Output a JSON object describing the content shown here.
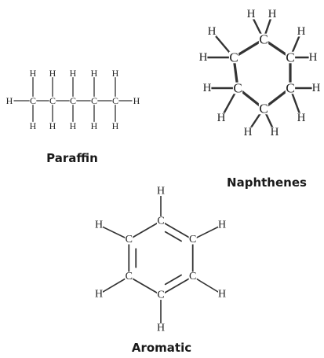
{
  "molecules": {
    "paraffin": {
      "label": "Paraffin",
      "carbon": "C",
      "hydrogen": "H"
    },
    "naphthenes": {
      "label": "Naphthenes",
      "carbon": "C",
      "hydrogen": "H"
    },
    "aromatic": {
      "label": "Aromatic",
      "carbon": "C",
      "hydrogen": "H"
    }
  },
  "colors": {
    "ink": "#222222",
    "bond": "#333333",
    "background": "#ffffff"
  }
}
